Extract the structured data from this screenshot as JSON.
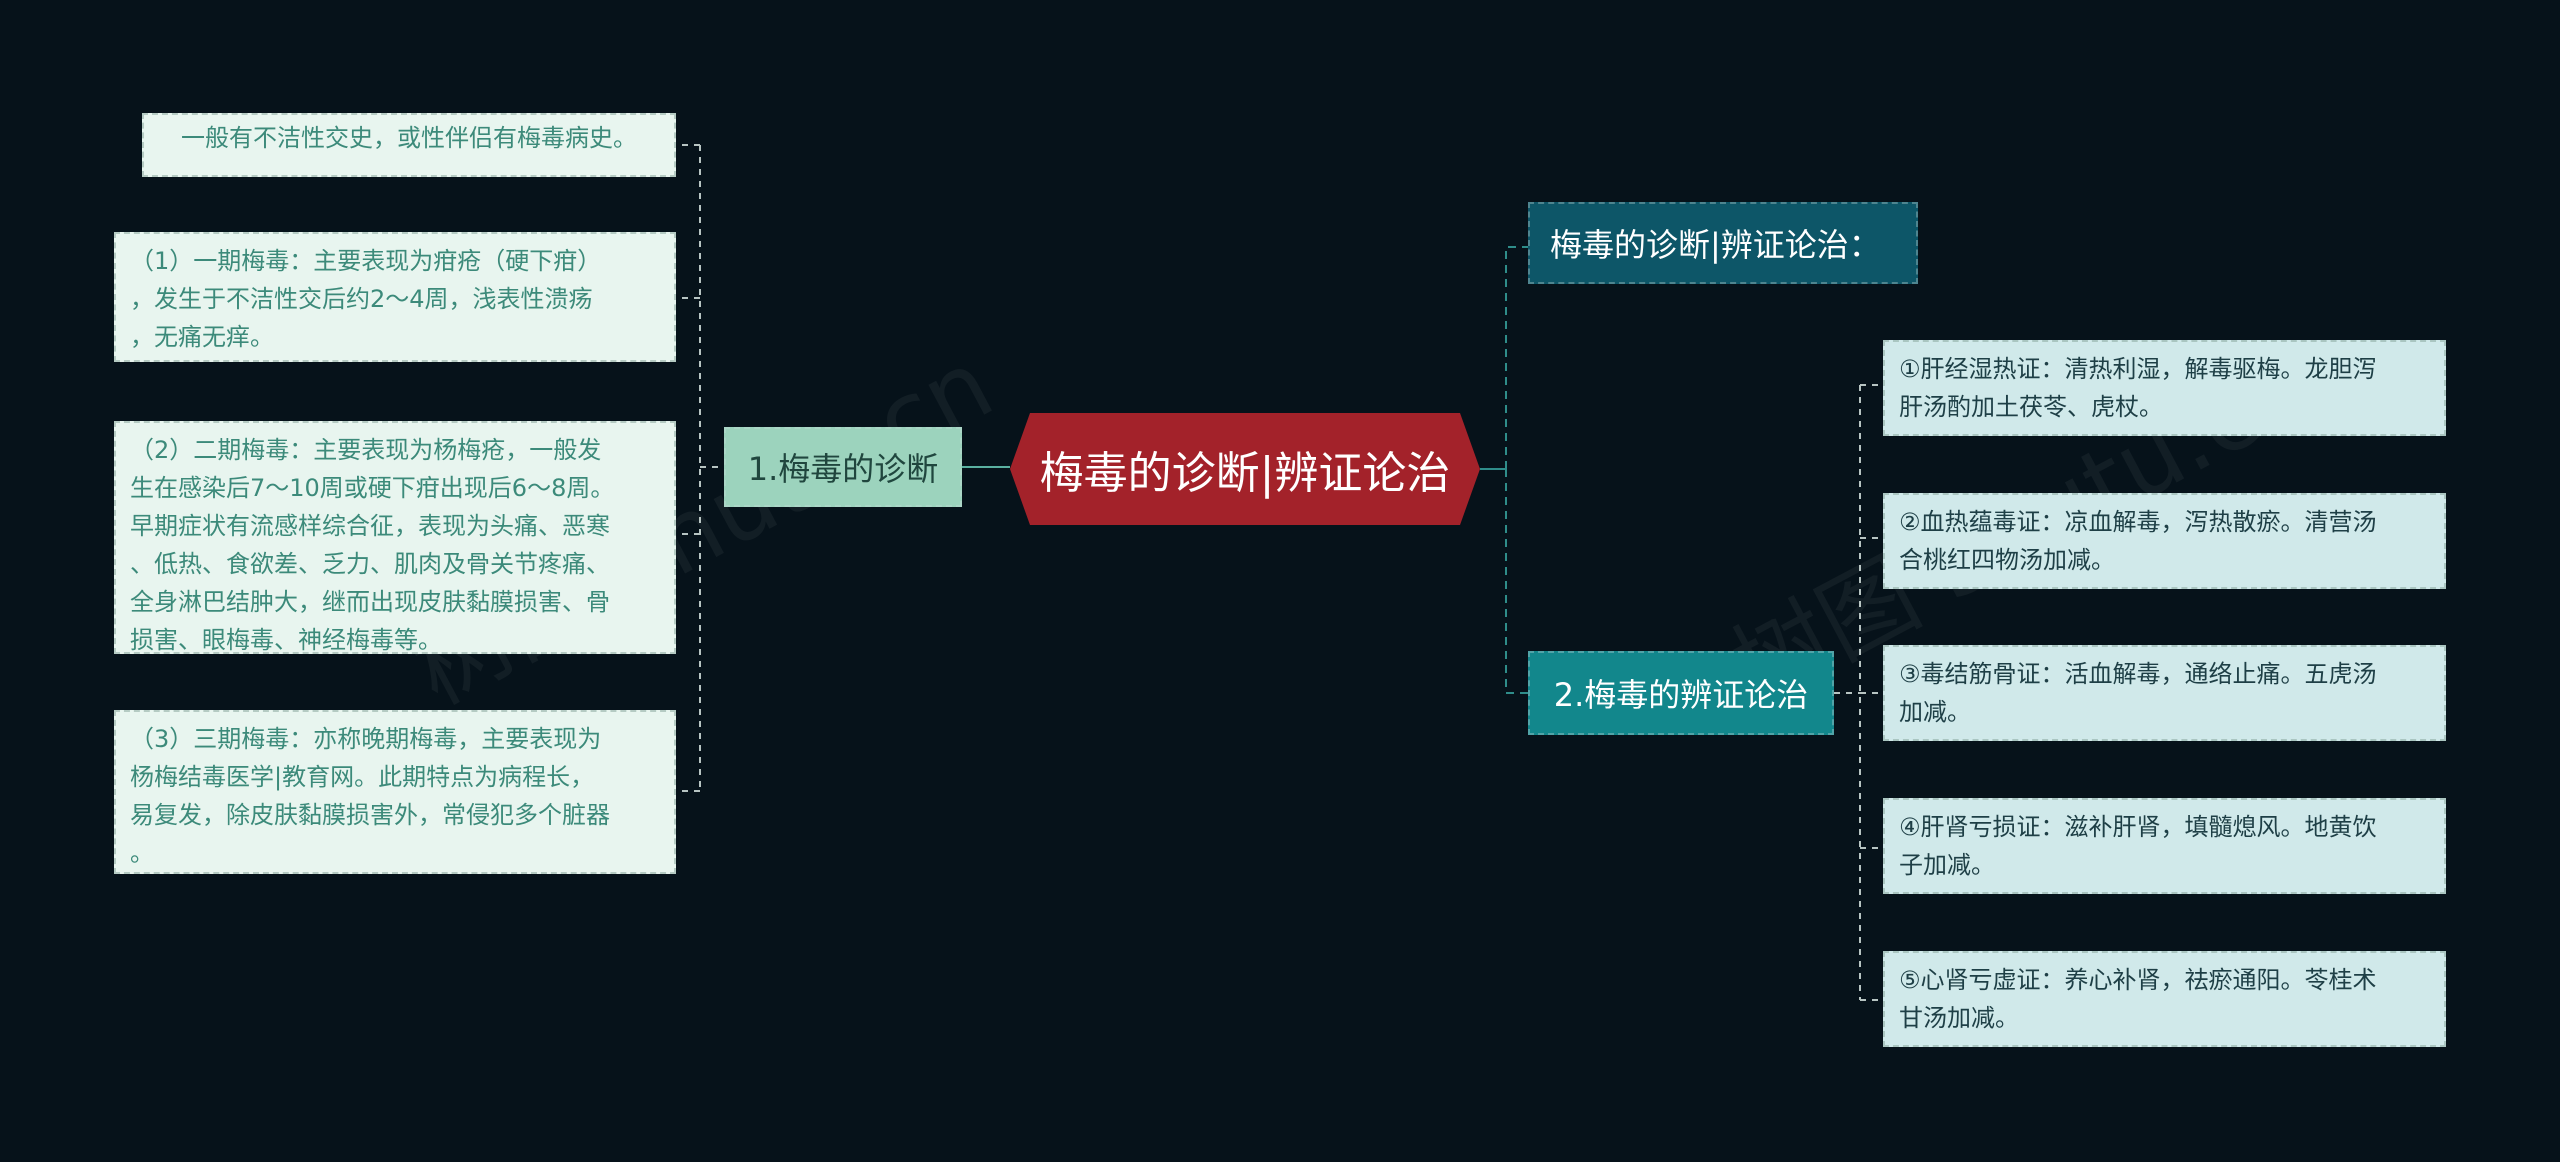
{
  "center": {
    "label": "梅毒的诊断|辨证论治"
  },
  "branch_diagnosis": {
    "label": "1.梅毒的诊断",
    "items": [
      "一般有不洁性交史，或性伴侣有梅毒病史。",
      "（1）一期梅毒：主要表现为疳疮（硬下疳）\n，发生于不洁性交后约2～4周，浅表性溃疡\n，无痛无痒。",
      "（2）二期梅毒：主要表现为杨梅疮，一般发\n生在感染后7～10周或硬下疳出现后6～8周。\n早期症状有流感样综合征，表现为头痛、恶寒\n、低热、食欲差、乏力、肌肉及骨关节疼痛、\n全身淋巴结肿大，继而出现皮肤黏膜损害、骨\n损害、眼梅毒、神经梅毒等。",
      "（3）三期梅毒：亦称晚期梅毒，主要表现为\n杨梅结毒医学|教育网。此期特点为病程长，\n易复发，除皮肤黏膜损害外，常侵犯多个脏器\n。"
    ]
  },
  "branch_title": {
    "label": "梅毒的诊断|辨证论治："
  },
  "branch_treatment": {
    "label": "2.梅毒的辨证论治",
    "items": [
      "①肝经湿热证：清热利湿，解毒驱梅。龙胆泻\n肝汤酌加土茯苓、虎杖。",
      "②血热蕴毒证：凉血解毒，泻热散瘀。清营汤\n合桃红四物汤加减。",
      "③毒结筋骨证：活血解毒，通络止痛。五虎汤\n加减。",
      "④肝肾亏损证：滋补肝肾，填髓熄风。地黄饮\n子加减。",
      "⑤心肾亏虚证：养心补肾，祛瘀通阳。苓桂术\n甘汤加减。"
    ]
  },
  "watermark": {
    "text": "树图 shutu.cn"
  },
  "colors": {
    "background": "#06121a",
    "center": "#a3222a",
    "left_branch": "#9cd3bd",
    "right_branch": "#12878c",
    "title_branch": "#0d5668",
    "left_leaf": "#e8f5ef",
    "right_leaf": "#d0e9ea",
    "connector": "#2f8d8a"
  }
}
